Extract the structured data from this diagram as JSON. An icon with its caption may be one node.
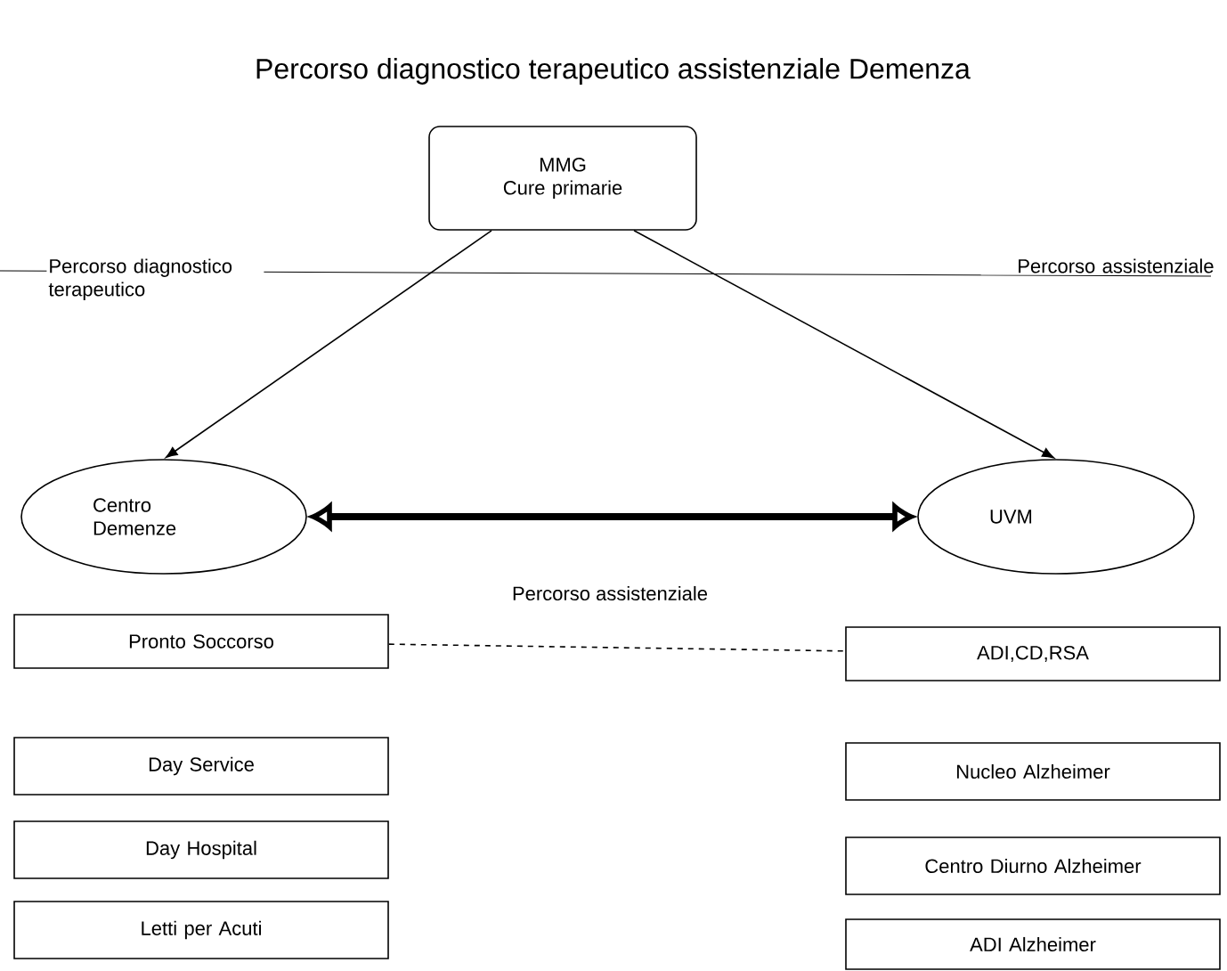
{
  "diagram": {
    "title": "Percorso diagnostico terapeutico assistenziale Demenza",
    "nodes": [
      {
        "text": [
          "MMG",
          "Cure primarie"
        ]
      },
      {
        "text": [
          "Centro Demenze"
        ]
      },
      {
        "text": [
          "UVM"
        ]
      },
      {
        "text": [
          "Pronto Soccorso"
        ]
      },
      {
        "text": [
          "ADI,CD,RSA"
        ]
      },
      {
        "text": [
          "Day Service"
        ]
      },
      {
        "text": [
          "Nucleo Alzheimer"
        ]
      },
      {
        "text": [
          "Day Hospital"
        ]
      },
      {
        "text": [
          "Centro Diurno Alzheimer"
        ]
      },
      {
        "text": [
          "Letti per Acuti"
        ]
      },
      {
        "text": [
          "ADI Alzheimer"
        ]
      }
    ],
    "edges": [
      {
        "from": 0,
        "to": 1,
        "arrow": "to"
      },
      {
        "from": 0,
        "to": 2,
        "arrow": "to"
      },
      {
        "from": 1,
        "to": 2,
        "arrow": "both",
        "label": "Percorso assistenziale",
        "style": "thick"
      },
      {
        "from": 3,
        "to": 4,
        "arrow": "none",
        "style": "dashed"
      }
    ],
    "labels": [
      "Percorso diagnostico terapeutico",
      "Percorso assistenziale"
    ]
  }
}
